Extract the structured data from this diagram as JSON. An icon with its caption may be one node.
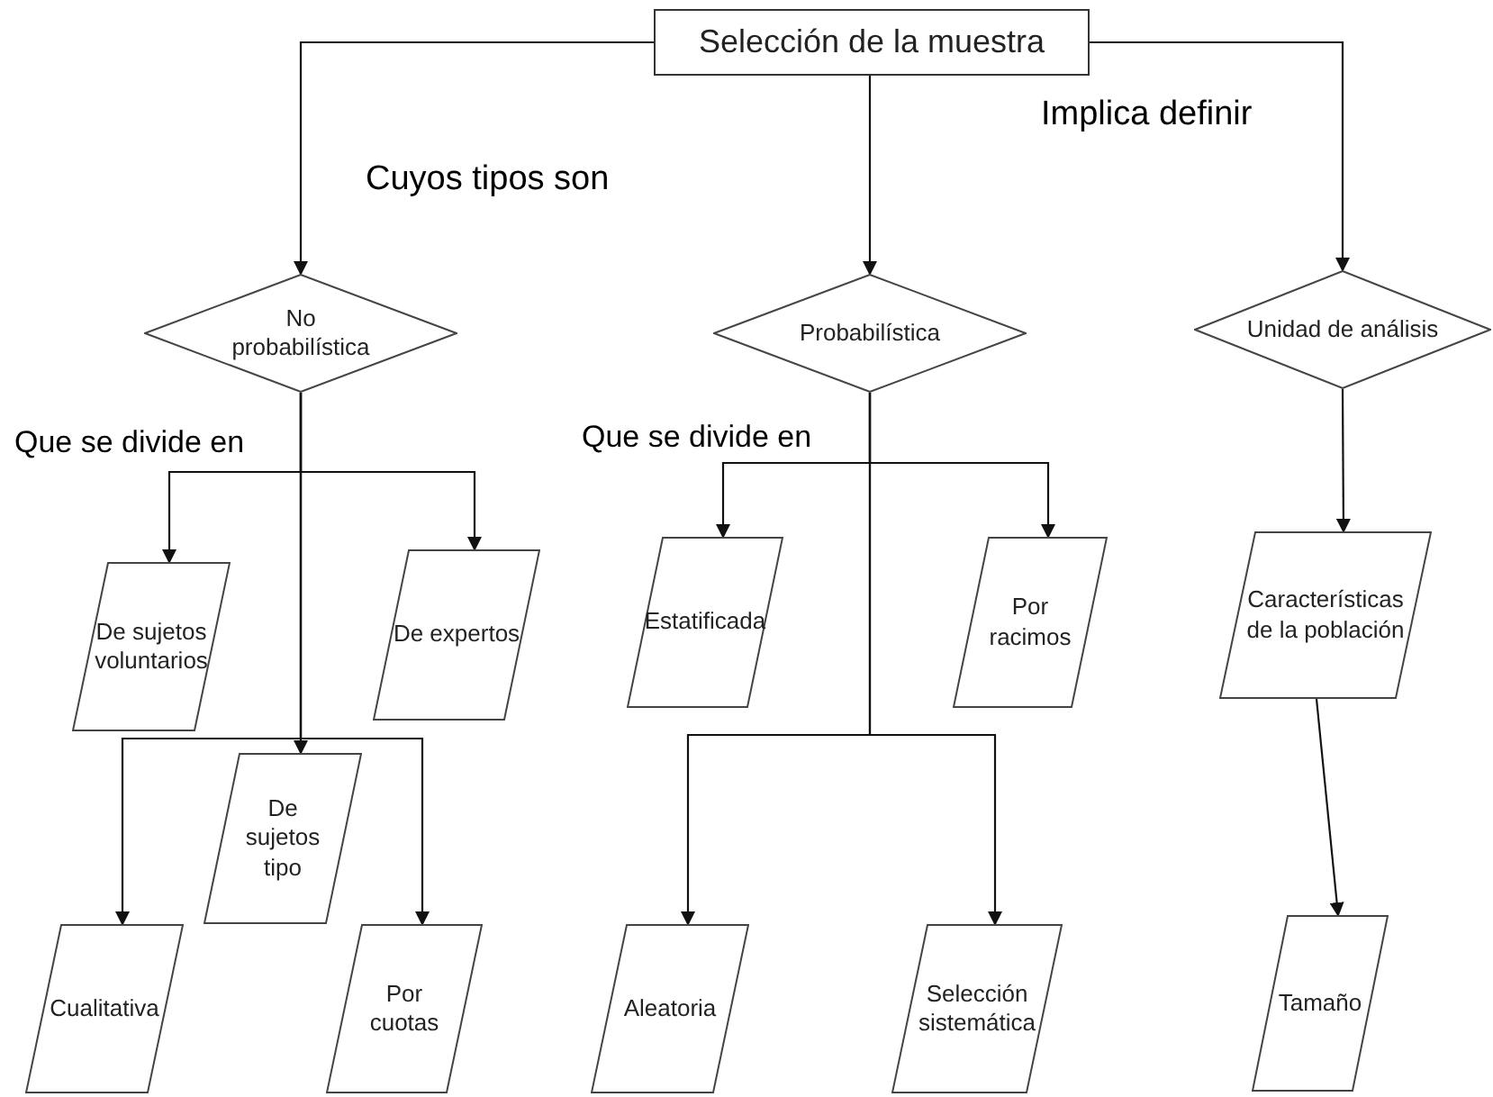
{
  "diagram": {
    "nodes": [
      {
        "text": [
          "Selección de la muestra"
        ]
      },
      {
        "text": [
          "No probabilística"
        ]
      },
      {
        "text": [
          "Probabilística"
        ]
      },
      {
        "text": [
          "Unidad de análisis"
        ]
      },
      {
        "text": [
          "De sujetos voluntarios"
        ]
      },
      {
        "text": [
          "De expertos"
        ]
      },
      {
        "text": [
          "De sujetos tipo"
        ]
      },
      {
        "text": [
          "Cualitativa"
        ]
      },
      {
        "text": [
          "Por cuotas"
        ]
      },
      {
        "text": [
          "Estatificada"
        ]
      },
      {
        "text": [
          "Por racimos"
        ]
      },
      {
        "text": [
          "Aleatoria"
        ]
      },
      {
        "text": [
          "Selección sistemática"
        ]
      },
      {
        "text": [
          "Características de la población"
        ]
      },
      {
        "text": [
          "Tamaño"
        ]
      }
    ],
    "edges": [
      {
        "from": 0,
        "to": 1,
        "arrow": "to"
      },
      {
        "from": 0,
        "to": 2,
        "arrow": "to"
      },
      {
        "from": 0,
        "to": 3,
        "arrow": "to"
      },
      {
        "from": 1,
        "to": 4,
        "arrow": "to"
      },
      {
        "from": 1,
        "to": 5,
        "arrow": "to"
      },
      {
        "from": 1,
        "to": 6,
        "arrow": "to"
      },
      {
        "from": 1,
        "to": 7,
        "arrow": "to"
      },
      {
        "from": 1,
        "to": 8,
        "arrow": "to"
      },
      {
        "from": 2,
        "to": 9,
        "arrow": "to"
      },
      {
        "from": 2,
        "to": 10,
        "arrow": "to"
      },
      {
        "from": 2,
        "to": 11,
        "arrow": "to"
      },
      {
        "from": 2,
        "to": 12,
        "arrow": "to"
      },
      {
        "from": 3,
        "to": 13,
        "arrow": "to"
      },
      {
        "from": 13,
        "to": 14,
        "arrow": "to"
      }
    ],
    "labels": [
      "Implica definir",
      "Cuyos tipos son",
      "Que se divide en",
      "Que se divide en"
    ]
  }
}
